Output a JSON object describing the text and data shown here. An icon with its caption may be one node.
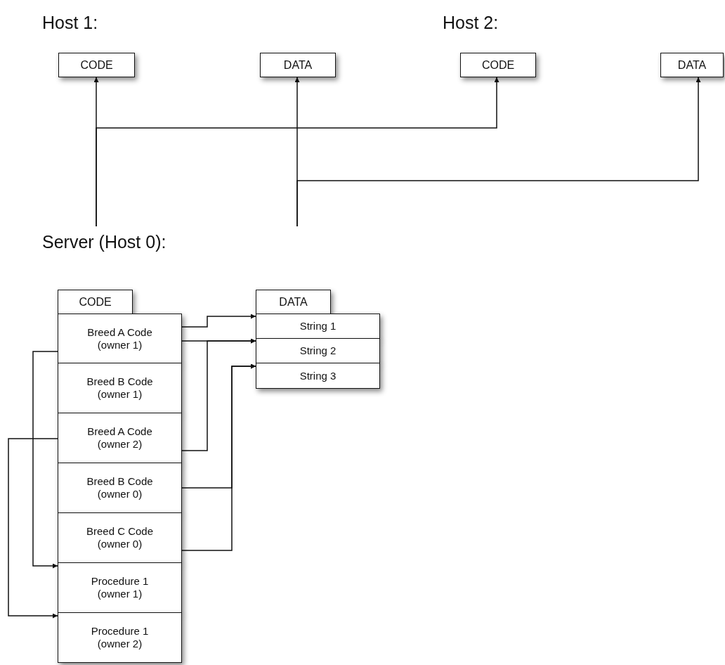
{
  "diagram": {
    "nodes": [
      {
        "text": [
          "CODE"
        ]
      },
      {
        "text": [
          "DATA"
        ]
      },
      {
        "text": [
          "CODE"
        ]
      },
      {
        "text": [
          "DATA"
        ]
      },
      {
        "text": [
          "CODE"
        ]
      },
      {
        "text": [
          "Breed A Code (owner 1)"
        ]
      },
      {
        "text": [
          "Breed B Code (owner 1)"
        ]
      },
      {
        "text": [
          "Breed A Code (owner 2)"
        ]
      },
      {
        "text": [
          "Breed B Code (owner 0)"
        ]
      },
      {
        "text": [
          "Breed C Code (owner 0)"
        ]
      },
      {
        "text": [
          "Procedure 1 (owner 1)"
        ]
      },
      {
        "text": [
          "Procedure 1 (owner 2)"
        ]
      },
      {
        "text": [
          "DATA"
        ]
      },
      {
        "text": [
          "String 1"
        ]
      },
      {
        "text": [
          "String 2"
        ]
      },
      {
        "text": [
          "String 3"
        ]
      }
    ],
    "edges": [
      {
        "from": null,
        "to": 0,
        "arrow": "to"
      },
      {
        "from": null,
        "to": 2,
        "arrow": "to"
      },
      {
        "from": null,
        "to": 1,
        "arrow": "to"
      },
      {
        "from": null,
        "to": 3,
        "arrow": "to"
      },
      {
        "from": 5,
        "to": 13,
        "arrow": "to"
      },
      {
        "from": 5,
        "to": 14,
        "arrow": "to"
      },
      {
        "from": 7,
        "to": 14,
        "arrow": "to"
      },
      {
        "from": 8,
        "to": 15,
        "arrow": "to"
      },
      {
        "from": 9,
        "to": 15,
        "arrow": "to"
      },
      {
        "from": 5,
        "to": 10,
        "arrow": "to"
      },
      {
        "from": 7,
        "to": 11,
        "arrow": "to"
      }
    ],
    "labels": [
      "Host 1:",
      "Host 2:",
      "Server (Host 0):"
    ]
  }
}
